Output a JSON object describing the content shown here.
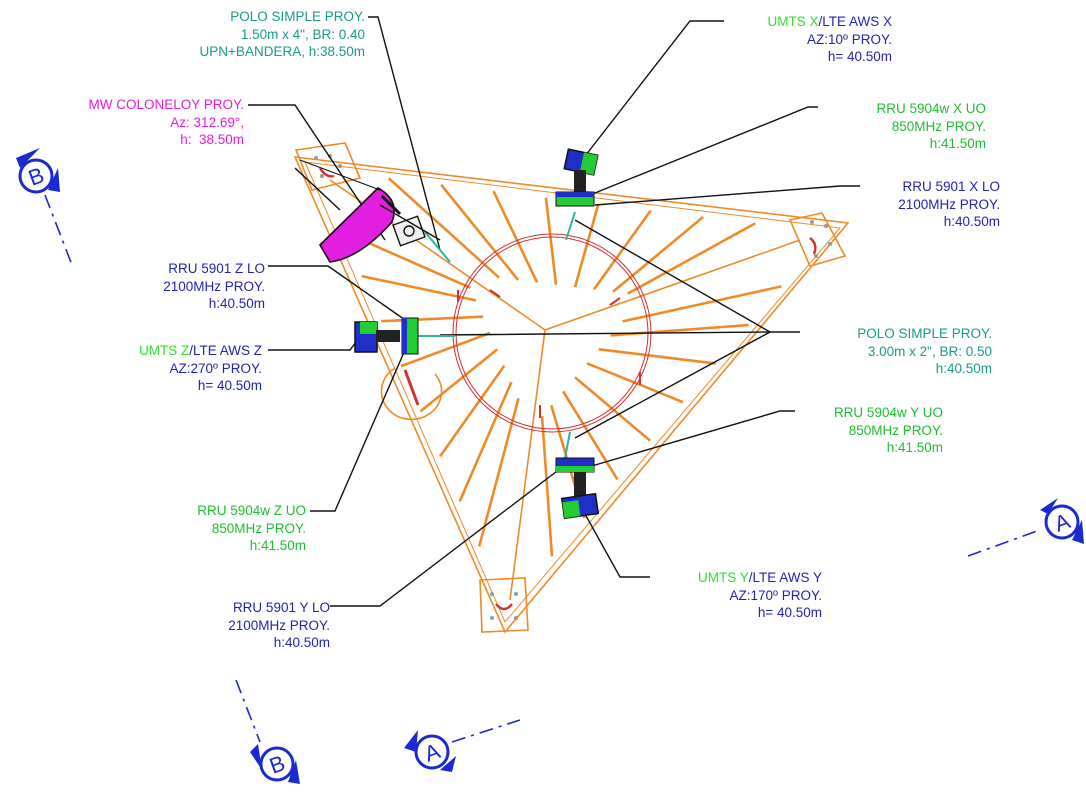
{
  "labels": {
    "polo_top": [
      "POLO SIMPLE PROY.",
      "1.50m x 4\", BR: 0.40",
      "UPN+BANDERA, h:38.50m"
    ],
    "mw": [
      "MW COLONELOY PROY.",
      "Az: 312.69°,",
      "h:  38.50m"
    ],
    "umts_x": {
      "a": "UMTS X",
      "b": "/LTE AWS X",
      "l2": "AZ:10º PROY.",
      "l3": "h= 40.50m"
    },
    "rru5904_x": [
      "RRU 5904w X UO",
      "850MHz PROY.",
      "h:41.50m"
    ],
    "rru5901_x": [
      "RRU 5901 X LO",
      "2100MHz PROY.",
      "h:40.50m"
    ],
    "rru5901_z": [
      "RRU 5901 Z LO",
      "2100MHz PROY.",
      "h:40.50m"
    ],
    "umts_z": {
      "a": "UMTS Z",
      "b": "/LTE AWS Z",
      "l2": "AZ:270º PROY.",
      "l3": "h= 40.50m"
    },
    "polo_right": [
      "POLO SIMPLE PROY.",
      "3.00m x 2\", BR: 0.50",
      "h:40.50m"
    ],
    "rru5904_y": [
      "RRU 5904w Y UO",
      "850MHz PROY.",
      "h:41.50m"
    ],
    "rru5904_z": [
      "RRU 5904w Z UO",
      "850MHz PROY.",
      "h:41.50m"
    ],
    "umts_y": {
      "a": "UMTS Y",
      "b": "/LTE AWS Y",
      "l2": "AZ:170º PROY.",
      "l3": "h= 40.50m"
    },
    "rru5901_y": [
      "RRU 5901 Y LO",
      "2100MHz PROY.",
      "h:40.50m"
    ]
  },
  "section_markers": {
    "b": "B",
    "a": "A"
  },
  "colors": {
    "tower": "#f08a28",
    "leader": "#111111",
    "marker": "#1a2ad0",
    "antenna_green": "#22cc33",
    "antenna_blue": "#1f2fc8",
    "dish": "#e21ee0",
    "circle": "#d63030"
  }
}
